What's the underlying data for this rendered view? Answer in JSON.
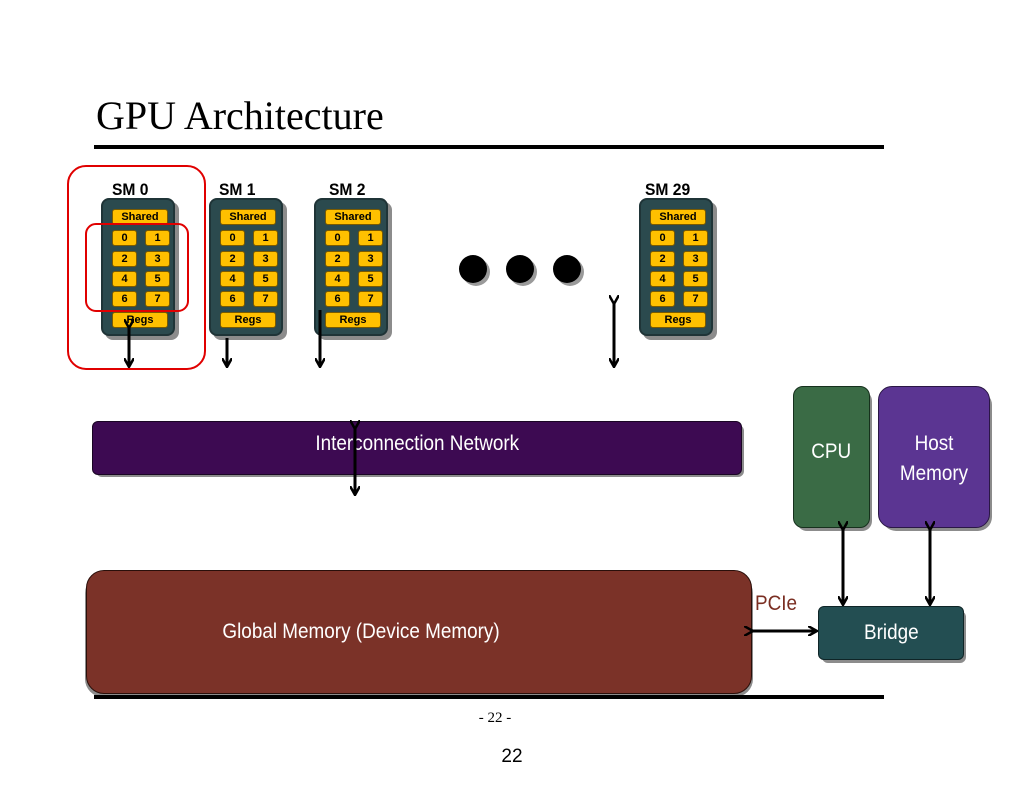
{
  "title": "GPU Architecture",
  "sms": [
    {
      "label": "SM 0",
      "shared": "Shared",
      "cores": [
        "0",
        "1",
        "2",
        "3",
        "4",
        "5",
        "6",
        "7"
      ],
      "regs": "Regs"
    },
    {
      "label": "SM 1",
      "shared": "Shared",
      "cores": [
        "0",
        "1",
        "2",
        "3",
        "4",
        "5",
        "6",
        "7"
      ],
      "regs": "Regs"
    },
    {
      "label": "SM 2",
      "shared": "Shared",
      "cores": [
        "0",
        "1",
        "2",
        "3",
        "4",
        "5",
        "6",
        "7"
      ],
      "regs": "Regs"
    },
    {
      "label": "SM 29",
      "shared": "Shared",
      "cores": [
        "0",
        "1",
        "2",
        "3",
        "4",
        "5",
        "6",
        "7"
      ],
      "regs": "Regs"
    }
  ],
  "interconnect": "Interconnection Network",
  "global_memory": "Global Memory (Device Memory)",
  "cpu": "CPU",
  "host_memory": "Host Memory",
  "bridge": "Bridge",
  "pcie": "PCIe",
  "footer_page": "- 22 -",
  "slide_number": "22",
  "colors": {
    "sm_body": "#2b4a4e",
    "sm_cell": "#ffc000",
    "interconnect": "#3d0a52",
    "global_memory": "#7b3228",
    "cpu": "#3a6b45",
    "host_memory": "#5b3592",
    "bridge": "#234e52",
    "highlight": "#e00000",
    "pcie_text": "#7a2e22"
  }
}
